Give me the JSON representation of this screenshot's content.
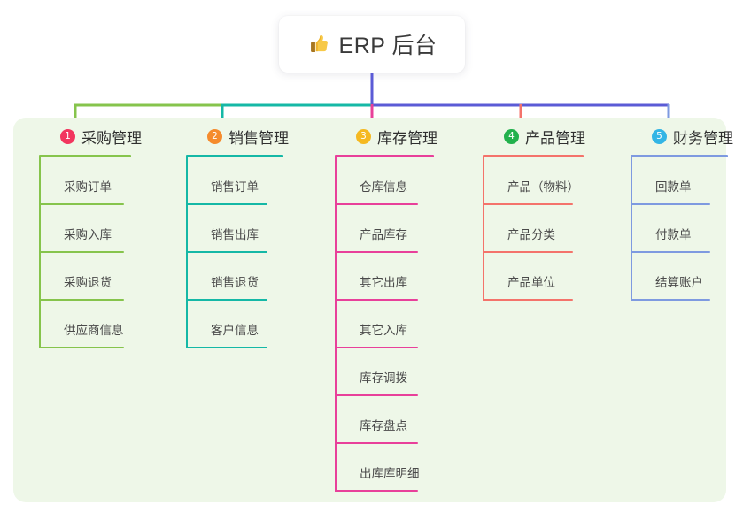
{
  "root": {
    "icon": "thumbs-up-icon",
    "title": "ERP 后台"
  },
  "colors": {
    "panel_bg": "#eef7e8",
    "page_bg": "#ffffff",
    "root_bus": "#5b5bd6",
    "col1": "#86c44c",
    "col2": "#15b8a6",
    "col3": "#e8409a",
    "col4": "#f4736b",
    "col5": "#7e9ae0",
    "badge1": "#f2365f",
    "badge2": "#f58b2c",
    "badge3": "#f5b921",
    "badge4": "#22b14c",
    "badge5": "#33b5e5"
  },
  "columns": [
    {
      "number": "1",
      "title": "采购管理",
      "badge_color": "#f2365f",
      "line_color": "#86c44c",
      "items": [
        {
          "label": "采购订单"
        },
        {
          "label": "采购入库"
        },
        {
          "label": "采购退货"
        },
        {
          "label": "供应商信息"
        }
      ]
    },
    {
      "number": "2",
      "title": "销售管理",
      "badge_color": "#f58b2c",
      "line_color": "#15b8a6",
      "items": [
        {
          "label": "销售订单"
        },
        {
          "label": "销售出库"
        },
        {
          "label": "销售退货"
        },
        {
          "label": "客户信息"
        }
      ]
    },
    {
      "number": "3",
      "title": "库存管理",
      "badge_color": "#f5b921",
      "line_color": "#e8409a",
      "items": [
        {
          "label": "仓库信息"
        },
        {
          "label": "产品库存"
        },
        {
          "label": "其它出库"
        },
        {
          "label": "其它入库"
        },
        {
          "label": "库存调拨"
        },
        {
          "label": "库存盘点"
        },
        {
          "label": "出库库明细"
        }
      ]
    },
    {
      "number": "4",
      "title": "产品管理",
      "badge_color": "#22b14c",
      "line_color": "#f4736b",
      "items": [
        {
          "label": "产品（物料）"
        },
        {
          "label": "产品分类"
        },
        {
          "label": "产品单位"
        }
      ]
    },
    {
      "number": "5",
      "title": "财务管理",
      "badge_color": "#33b5e5",
      "line_color": "#7e9ae0",
      "items": [
        {
          "label": "回款单"
        },
        {
          "label": "付款单"
        },
        {
          "label": "结算账户"
        }
      ]
    }
  ]
}
